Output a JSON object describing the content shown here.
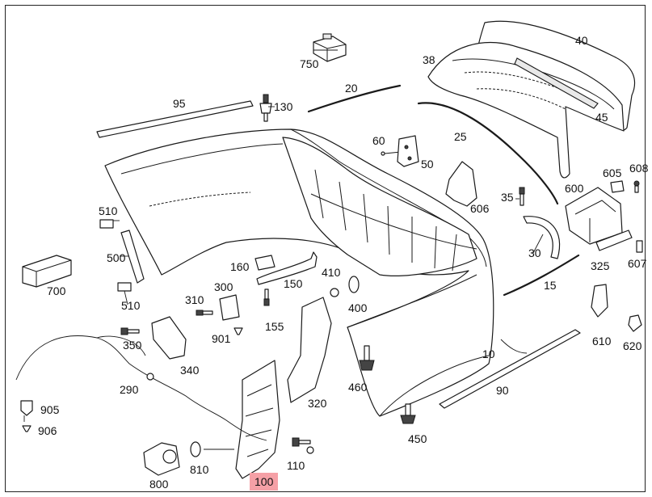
{
  "diagram": {
    "highlight_color": "#f5a0a6",
    "parts": [
      {
        "id": "p40",
        "label": "40"
      },
      {
        "id": "p750",
        "label": "750"
      },
      {
        "id": "p38",
        "label": "38"
      },
      {
        "id": "p20",
        "label": "20"
      },
      {
        "id": "p95",
        "label": "95"
      },
      {
        "id": "p130",
        "label": "130"
      },
      {
        "id": "p45",
        "label": "45"
      },
      {
        "id": "p25",
        "label": "25"
      },
      {
        "id": "p60",
        "label": "60"
      },
      {
        "id": "p50",
        "label": "50"
      },
      {
        "id": "p605",
        "label": "605"
      },
      {
        "id": "p608",
        "label": "608"
      },
      {
        "id": "p35",
        "label": "35"
      },
      {
        "id": "p600",
        "label": "600"
      },
      {
        "id": "p606",
        "label": "606"
      },
      {
        "id": "p510a",
        "label": "510"
      },
      {
        "id": "p500",
        "label": "500"
      },
      {
        "id": "p30",
        "label": "30"
      },
      {
        "id": "p325",
        "label": "325"
      },
      {
        "id": "p607",
        "label": "607"
      },
      {
        "id": "p160",
        "label": "160"
      },
      {
        "id": "p410",
        "label": "410"
      },
      {
        "id": "p150",
        "label": "150"
      },
      {
        "id": "p700",
        "label": "700"
      },
      {
        "id": "p510b",
        "label": "510"
      },
      {
        "id": "p15",
        "label": "15"
      },
      {
        "id": "p300",
        "label": "300"
      },
      {
        "id": "p310",
        "label": "310"
      },
      {
        "id": "p400",
        "label": "400"
      },
      {
        "id": "p155",
        "label": "155"
      },
      {
        "id": "p901",
        "label": "901"
      },
      {
        "id": "p350",
        "label": "350"
      },
      {
        "id": "p610",
        "label": "610"
      },
      {
        "id": "p620",
        "label": "620"
      },
      {
        "id": "p340",
        "label": "340"
      },
      {
        "id": "p10",
        "label": "10"
      },
      {
        "id": "p290",
        "label": "290"
      },
      {
        "id": "p460",
        "label": "460"
      },
      {
        "id": "p90",
        "label": "90"
      },
      {
        "id": "p320",
        "label": "320"
      },
      {
        "id": "p905",
        "label": "905"
      },
      {
        "id": "p906",
        "label": "906"
      },
      {
        "id": "p450",
        "label": "450"
      },
      {
        "id": "p110",
        "label": "110"
      },
      {
        "id": "p810",
        "label": "810"
      },
      {
        "id": "p800",
        "label": "800"
      },
      {
        "id": "p100",
        "label": "100"
      }
    ]
  }
}
